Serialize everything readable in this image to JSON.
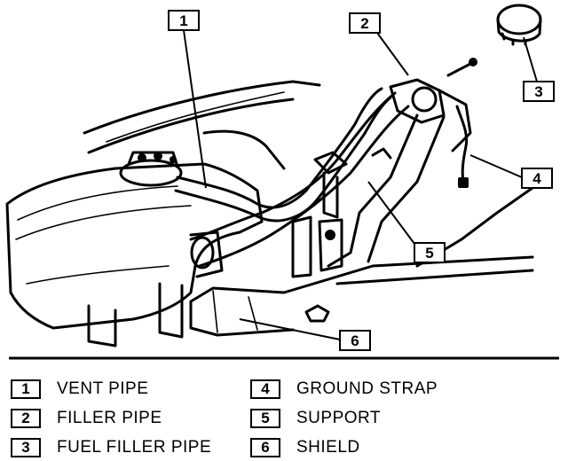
{
  "callouts": [
    {
      "num": "1",
      "label": "VENT PIPE"
    },
    {
      "num": "2",
      "label": "FILLER PIPE"
    },
    {
      "num": "3",
      "label": "FUEL FILLER PIPE"
    },
    {
      "num": "4",
      "label": "GROUND STRAP"
    },
    {
      "num": "5",
      "label": "SUPPORT"
    },
    {
      "num": "6",
      "label": "SHIELD"
    }
  ]
}
